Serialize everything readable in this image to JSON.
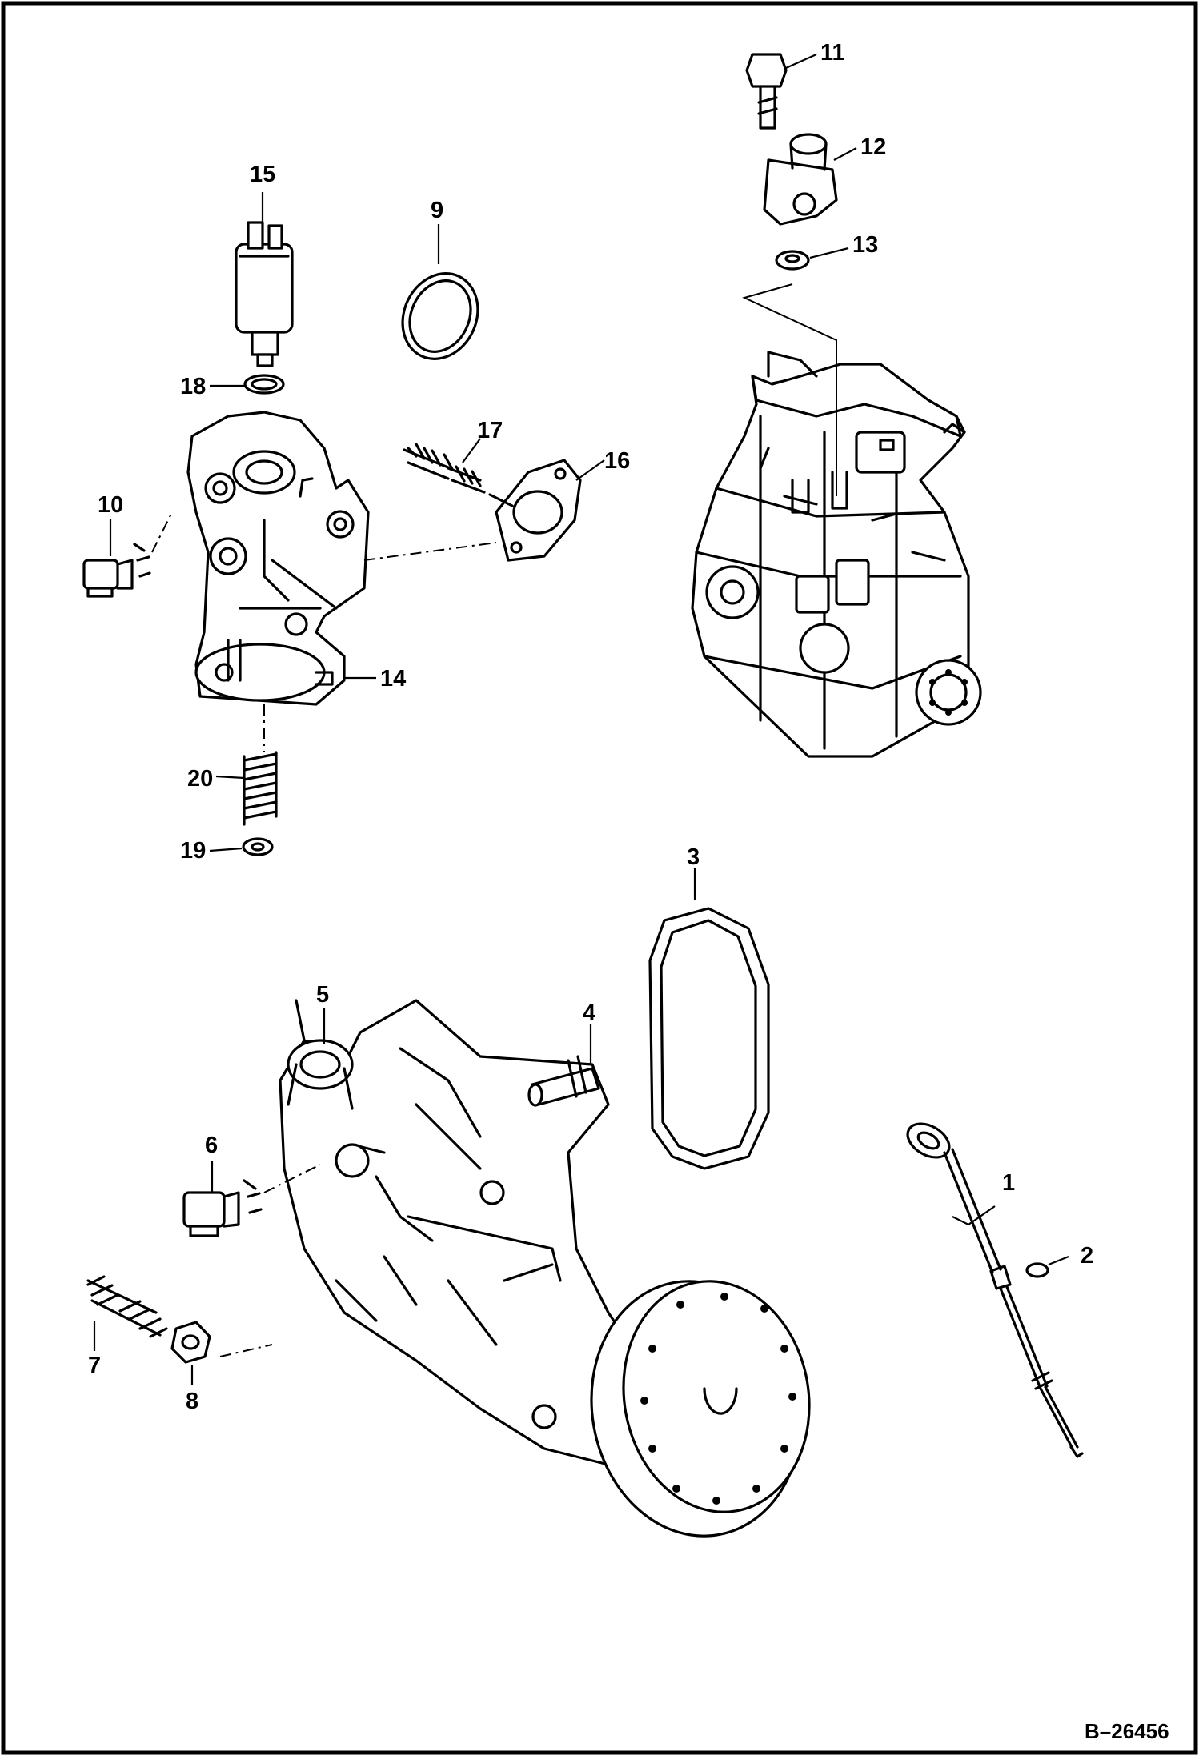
{
  "diagram": {
    "reference_code": "B–26456",
    "callouts": [
      {
        "id": "c1",
        "label": "1"
      },
      {
        "id": "c2",
        "label": "2"
      },
      {
        "id": "c3",
        "label": "3"
      },
      {
        "id": "c4",
        "label": "4"
      },
      {
        "id": "c5",
        "label": "5"
      },
      {
        "id": "c6",
        "label": "6"
      },
      {
        "id": "c7",
        "label": "7"
      },
      {
        "id": "c8",
        "label": "8"
      },
      {
        "id": "c9",
        "label": "9"
      },
      {
        "id": "c10",
        "label": "10"
      },
      {
        "id": "c11",
        "label": "11"
      },
      {
        "id": "c12",
        "label": "12"
      },
      {
        "id": "c13",
        "label": "13"
      },
      {
        "id": "c14",
        "label": "14"
      },
      {
        "id": "c15",
        "label": "15"
      },
      {
        "id": "c16",
        "label": "16"
      },
      {
        "id": "c17",
        "label": "17"
      },
      {
        "id": "c18",
        "label": "18"
      },
      {
        "id": "c19",
        "label": "19"
      },
      {
        "id": "c20",
        "label": "20"
      }
    ]
  }
}
